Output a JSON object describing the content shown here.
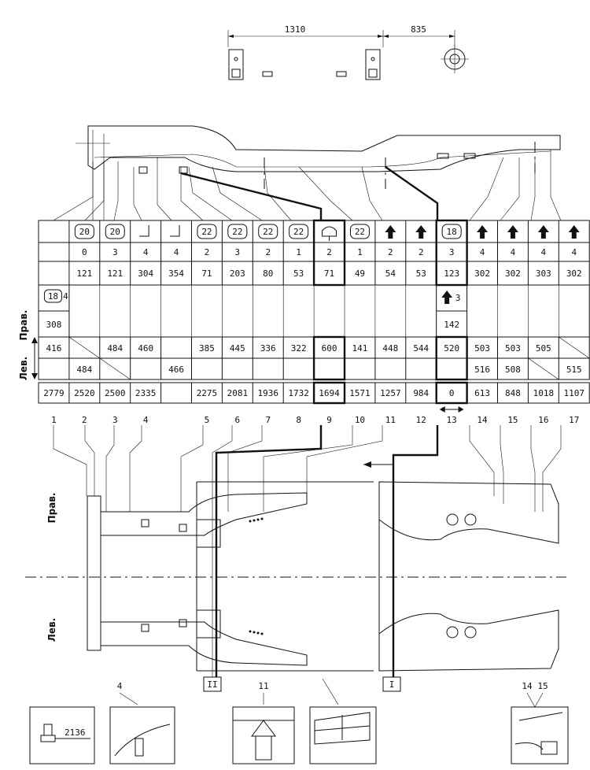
{
  "top_dims": {
    "left": "1310",
    "right": "835"
  },
  "table": {
    "symbols": [
      "",
      "(20)",
      "(20)",
      "hook",
      "hook",
      "(22)",
      "(22)",
      "(22)",
      "(22)",
      "bolt",
      "(22)",
      "arrow",
      "arrow",
      "(18)",
      "arrow",
      "arrow",
      "arrow",
      "arrow"
    ],
    "symbol_texts": [
      "",
      "20",
      "20",
      "",
      "",
      "22",
      "22",
      "22",
      "22",
      "",
      "22",
      "",
      "",
      "18",
      "",
      "",
      "",
      ""
    ],
    "row_a": [
      "",
      "0",
      "3",
      "4",
      "4",
      "2",
      "3",
      "2",
      "1",
      "2",
      "1",
      "2",
      "2",
      "3",
      "4",
      "4",
      "4",
      "4"
    ],
    "row_b": [
      "",
      "121",
      "121",
      "304",
      "354",
      "71",
      "203",
      "80",
      "53",
      "71",
      "49",
      "54",
      "53",
      "123",
      "302",
      "302",
      "303",
      "302"
    ],
    "extra_left": {
      "badge": "18",
      "sup": "4",
      "value": "308"
    },
    "extra_right": {
      "sup": "3",
      "value": "142"
    },
    "row_c_top": [
      "416",
      "",
      "484",
      "460",
      "",
      "385",
      "445",
      "336",
      "322",
      "600",
      "141",
      "448",
      "544",
      "520",
      "503",
      "503",
      "505",
      ""
    ],
    "row_c_bot": [
      "",
      "484",
      "",
      "",
      "466",
      "",
      "",
      "",
      "",
      "",
      "",
      "",
      "",
      "",
      "516",
      "508",
      "",
      "515"
    ],
    "row_d": [
      "2779",
      "2520",
      "2500",
      "2335",
      "",
      "2275",
      "2081",
      "1936",
      "1732",
      "1694",
      "1571",
      "1257",
      "984",
      "0",
      "613",
      "848",
      "1018",
      "1107"
    ],
    "column_numbers": [
      "1",
      "2",
      "3",
      "4",
      "5",
      "6",
      "7",
      "8",
      "9",
      "10",
      "11",
      "12",
      "13",
      "14",
      "15",
      "16",
      "17"
    ],
    "side_labels": {
      "right": "Прав.",
      "left": "Лев."
    }
  },
  "frame": {
    "side_right": "Прав.",
    "side_left": "Лев.",
    "marker_ii": "II",
    "marker_i": "I",
    "label_4": "4",
    "label_11": "11",
    "label_14": "14",
    "label_15": "15"
  },
  "insets": {
    "first_value": "2136"
  }
}
